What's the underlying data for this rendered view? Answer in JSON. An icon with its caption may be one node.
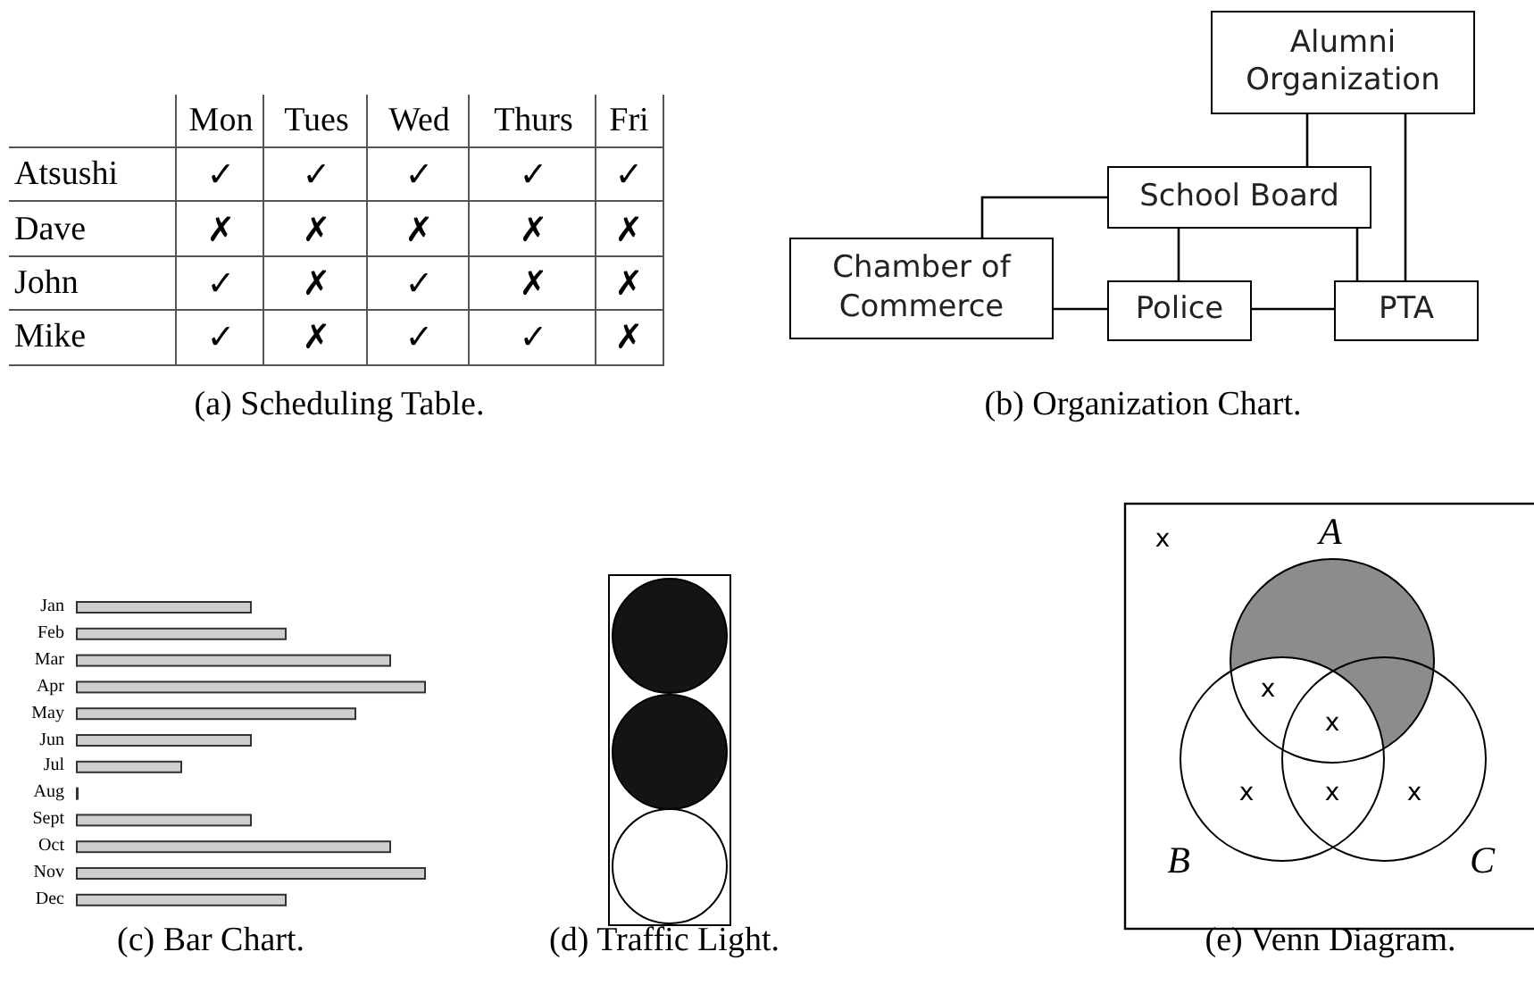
{
  "diagram": {
    "nodes": [
      {
        "text": [
          "Alumni Organization"
        ]
      },
      {
        "text": [
          "School Board"
        ]
      },
      {
        "text": [
          "Chamber of Commerce"
        ]
      },
      {
        "text": [
          "Police"
        ]
      },
      {
        "text": [
          "PTA"
        ]
      }
    ],
    "edges": [
      {
        "from": 0,
        "to": 1,
        "arrow": "none"
      },
      {
        "from": 0,
        "to": 4,
        "arrow": "none"
      },
      {
        "from": 1,
        "to": 2,
        "arrow": "none"
      },
      {
        "from": 1,
        "to": 3,
        "arrow": "none"
      },
      {
        "from": 1,
        "to": 4,
        "arrow": "none"
      },
      {
        "from": 2,
        "to": 3,
        "arrow": "none"
      },
      {
        "from": 3,
        "to": 4,
        "arrow": "none"
      }
    ],
    "labels": [
      "Mon",
      "Tues",
      "Wed",
      "Thurs",
      "Fri",
      "Atsushi",
      "✓",
      "✓",
      "✓",
      "✓",
      "✓",
      "Dave",
      "✗",
      "✗",
      "✗",
      "✗",
      "✗",
      "John",
      "✓",
      "✗",
      "✓",
      "✗",
      "✗",
      "Mike",
      "✓",
      "✗",
      "✓",
      "✓",
      "✗",
      "(a) Scheduling Table.",
      "(b) Organization Chart.",
      "Jan",
      "Feb",
      "Mar",
      "Apr",
      "May",
      "Jun",
      "Jul",
      "Aug",
      "Sept",
      "Oct",
      "Nov",
      "Dec",
      "A",
      "x",
      "x",
      "x",
      "x",
      "x",
      "x",
      "B",
      "C",
      "(c) Bar Chart.",
      "(d) Traffic Light.",
      "(e) Venn Diagram."
    ]
  }
}
